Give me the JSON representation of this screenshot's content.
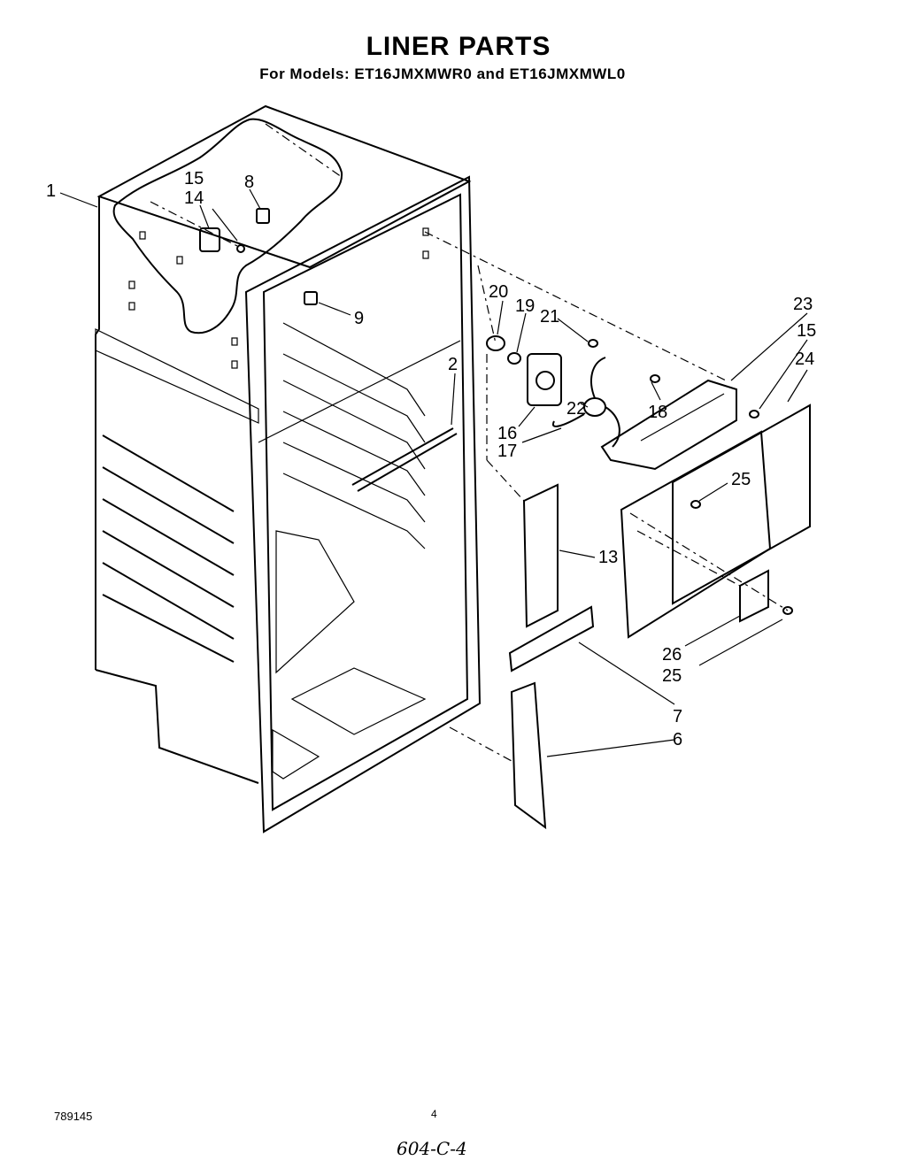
{
  "header": {
    "title": "LINER PARTS",
    "subtitle": "For Models: ET16JMXMWR0  and ET16JMXMWL0"
  },
  "callouts": {
    "c1": "1",
    "c15a": "15",
    "c14": "14",
    "c8": "8",
    "c9": "9",
    "c2": "2",
    "c20": "20",
    "c19": "19",
    "c21": "21",
    "c23": "23",
    "c15b": "15",
    "c24": "24",
    "c18": "18",
    "c22": "22",
    "c16": "16",
    "c17": "17",
    "c25a": "25",
    "c13": "13",
    "c26": "26",
    "c25b": "25",
    "c7": "7",
    "c6": "6"
  },
  "footer": {
    "doc_number": "789145",
    "page_number": "4",
    "handwritten_note": "604-C-4"
  }
}
